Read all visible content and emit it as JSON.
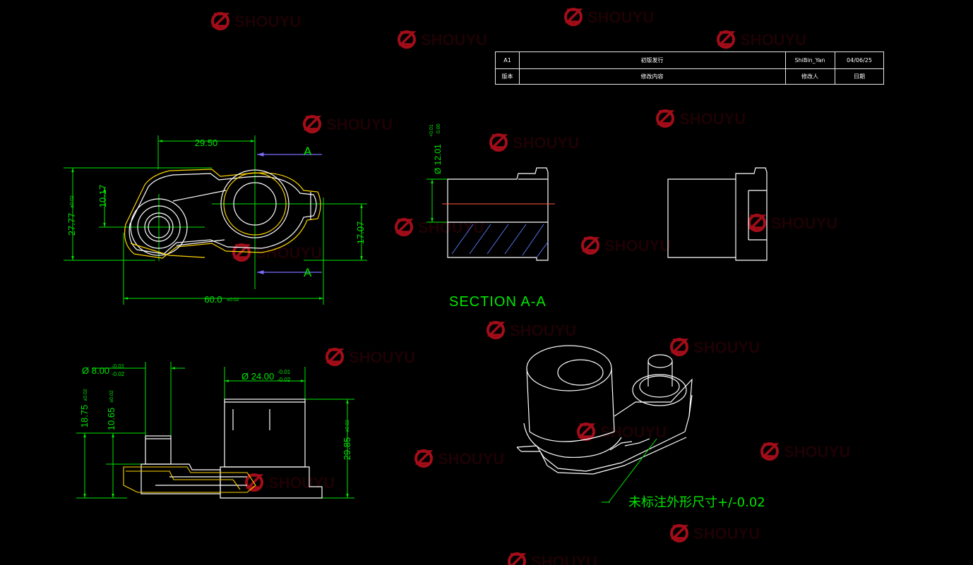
{
  "watermark": {
    "text": "SHOUYU",
    "color": "#c0101e"
  },
  "colors": {
    "background": "#000000",
    "dimension": "#00e600",
    "outline": "#ffffff",
    "highlight": "#ffd400",
    "section_arrow": "#7a6cff",
    "center_line": "#ff5a3c",
    "hatch": "#5a7cff",
    "title_text": "#ffffff"
  },
  "revision_table": {
    "row1": {
      "rev": "A1",
      "desc": "初版发行",
      "author": "ShiBin_Yan",
      "date": "04/06/25"
    },
    "row2": {
      "rev": "版本",
      "desc": "修改内容",
      "author": "修改人",
      "date": "日期"
    }
  },
  "front_view": {
    "dim_top": "29.50",
    "dim_height": "27.77",
    "dim_height_tol": "±0.02",
    "dim_hole_offset": "10.17",
    "dim_right_height": "17.07",
    "dim_bottom": "60.0",
    "dim_bottom_tol": "±0.02",
    "section_label_top": "A",
    "section_label_bottom": "A"
  },
  "section_view": {
    "diameter": "Ø 12.01",
    "tol_upper": "+0.01",
    "tol_lower": "0.00",
    "title": "SECTION A-A"
  },
  "side_view": {
    "dia_small": "Ø 8.00",
    "dia_small_tol_upper": "-0.01",
    "dia_small_tol_lower": "-0.02",
    "dia_large": "Ø 24.00",
    "dia_large_tol_upper": "-0.01",
    "dia_large_tol_lower": "-0.02",
    "dim_18_75": "18.75",
    "dim_18_75_tol": "±0.02",
    "dim_10_65": "10.65",
    "dim_10_65_tol": "±0.02",
    "dim_29_85": "29.85",
    "dim_29_85_tol": "±0.02"
  },
  "note": {
    "text": "未标注外形尺寸+/-0.02"
  }
}
